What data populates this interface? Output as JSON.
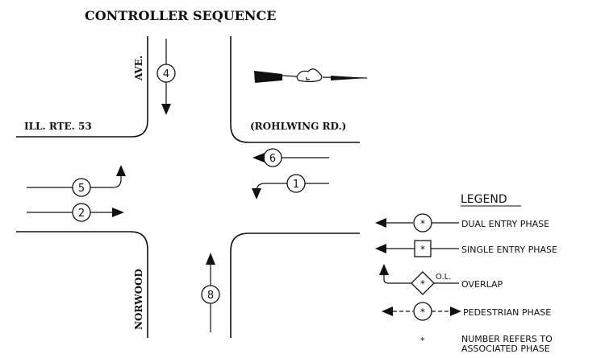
{
  "title": "CONTROLLER SEQUENCE",
  "streets": {
    "west_road": "ILL. RTE. 53",
    "east_road": "(ROHLWING RD.)",
    "north_road": "AVE.",
    "south_road": "NORWOOD"
  },
  "phases": {
    "p4": "4",
    "p6": "6",
    "p1": "1",
    "p5": "5",
    "p2": "2",
    "p8": "8"
  },
  "legend": {
    "title": "LEGEND",
    "symbol_mark": "*",
    "overlap_mark": "O.L.",
    "dual_entry": "DUAL ENTRY PHASE",
    "single_entry": "SINGLE ENTRY PHASE",
    "overlap": "OVERLAP",
    "pedestrian": "PEDESTRIAN PHASE",
    "note_line1": "NUMBER REFERS TO",
    "note_line2": "ASSOCIATED PHASE"
  }
}
